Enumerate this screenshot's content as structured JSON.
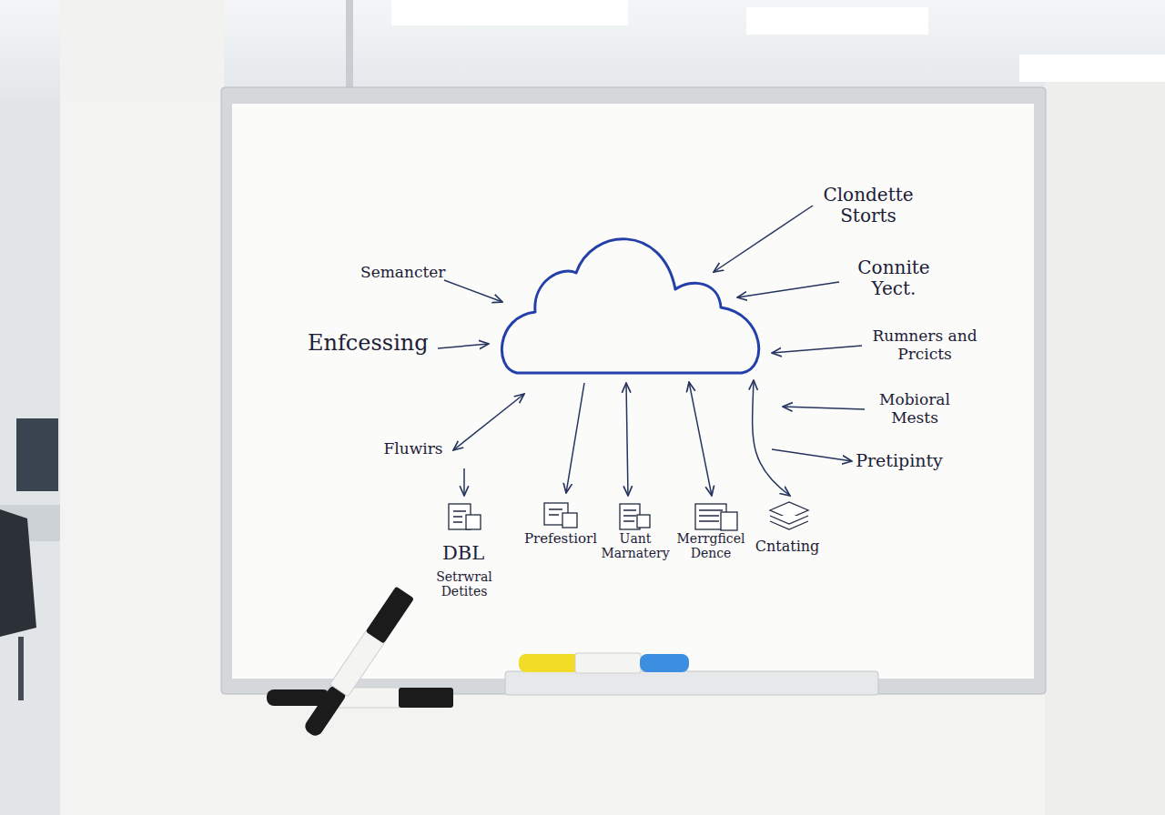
{
  "diagram": {
    "labels": [
      "Clondette Storts",
      "Semancter",
      "Connite Yect.",
      "Enfcessing",
      "Rumners and Prcicts",
      "Mobioral Mests",
      "Fluwirs",
      "Pretipinty",
      "DBL",
      "Prefestiorl",
      "Uant Marnatery",
      "Merrgficel Dence",
      "Cntating",
      "Setrwral Detites"
    ]
  }
}
